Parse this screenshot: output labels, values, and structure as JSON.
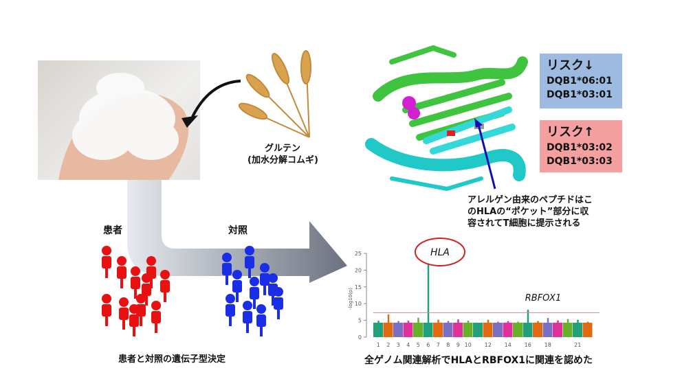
{
  "gluten": {
    "name": "グルテン",
    "detail": "(加水分解コムギ)"
  },
  "groups": {
    "patients": "患者",
    "controls": "対照"
  },
  "genotyping_caption": "患者と対照の遺伝子型決定",
  "risk_low": {
    "title": "リスク↓",
    "alleles": [
      "DQB1*06:01",
      "DQB1*03:01"
    ]
  },
  "risk_high": {
    "title": "リスク↑",
    "alleles": [
      "DQB1*03:02",
      "DQB1*03:03"
    ]
  },
  "hla_caption": [
    "アレルゲン由来のペプチドはこ",
    "のHLAの“ポケット”部分に収",
    "容されてT細胞に提示される"
  ],
  "gwas_caption": "全ゲノム関連解析でHLAとRBFOX1に関連を認めた",
  "chart_data": {
    "type": "scatter",
    "title": "",
    "ylabel": "-log10(p)",
    "ylim": [
      0,
      25
    ],
    "yticks": [
      0,
      5,
      10,
      15,
      20,
      25
    ],
    "xtick_labels": [
      "1",
      "2",
      "3",
      "4",
      "5",
      "6",
      "7",
      "8",
      "9",
      "10",
      "12",
      "14",
      "16",
      "18",
      "21"
    ],
    "chromosomes": [
      1,
      2,
      3,
      4,
      5,
      6,
      7,
      8,
      9,
      10,
      11,
      12,
      13,
      14,
      15,
      16,
      17,
      18,
      19,
      20,
      21,
      22
    ],
    "chrom_peaks": [
      4.9,
      6.8,
      4.8,
      4.9,
      5.8,
      22,
      5.2,
      4.8,
      5.3,
      4.9,
      4.3,
      5.2,
      4.6,
      4.8,
      4.6,
      8.2,
      4.8,
      5.7,
      5.0,
      5.4,
      5.2,
      4.6
    ],
    "threshold": 7.3,
    "annotations": [
      "HLA",
      "RBFOX1"
    ],
    "colors": [
      "#22a07a",
      "#e06a10",
      "#7a6fc0",
      "#e0309a",
      "#66b02a"
    ]
  }
}
